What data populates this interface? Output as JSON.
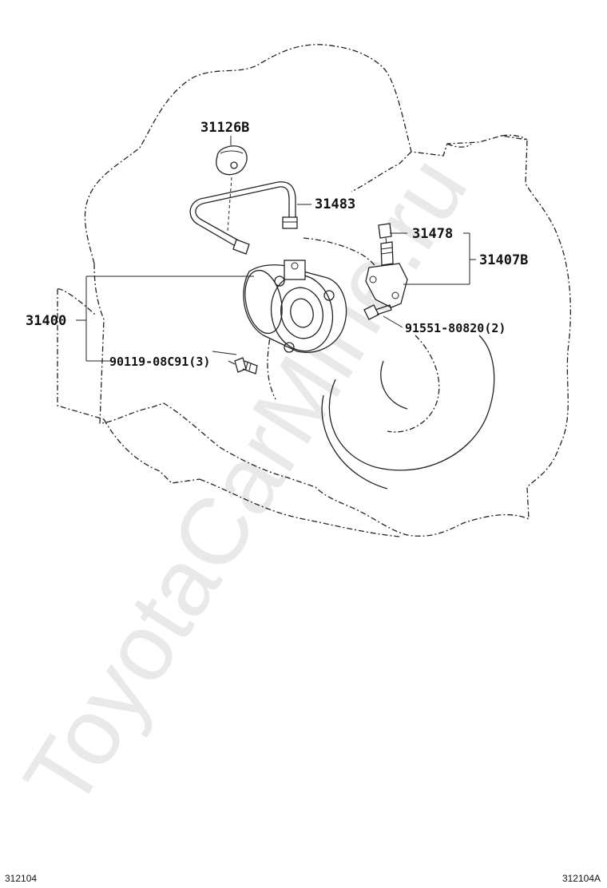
{
  "watermark": "ToyotaCarMine.ru",
  "parts": {
    "p31126b": "31126B",
    "p31483": "31483",
    "p31478": "31478",
    "p31407b": "31407B",
    "p31400": "31400",
    "p91551": "91551-80820(2)",
    "p90119": "90119-08C91(3)"
  },
  "footer": {
    "left_code": "312104",
    "right_code": "312104A"
  }
}
